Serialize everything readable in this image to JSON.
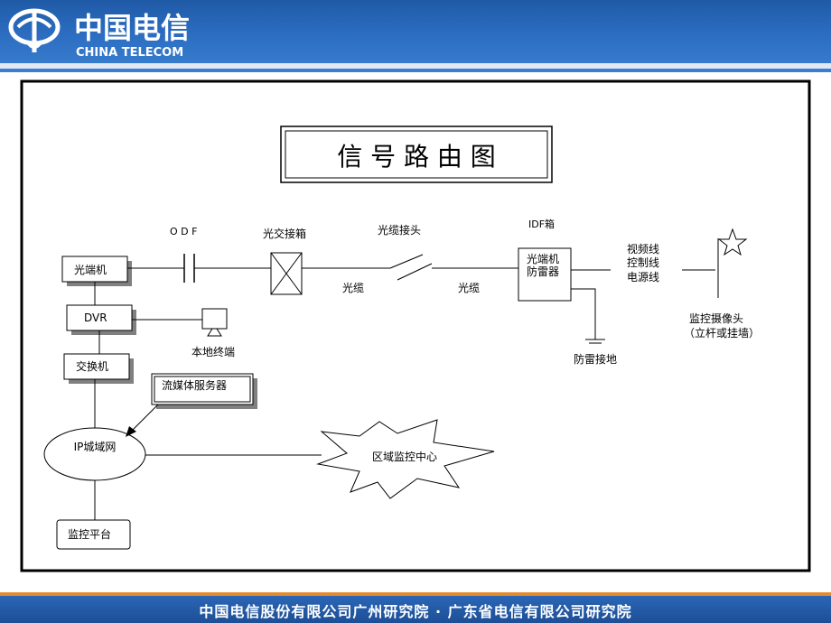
{
  "brand": {
    "name_cn": "中国电信",
    "name_en": "CHINA TELECOM"
  },
  "footer": {
    "text": "中国电信股份有限公司广州研究院 · 广东省电信有限公司研究院"
  },
  "diagram": {
    "title": "信 号 路 由 图",
    "nodes": {
      "optical_terminal": "光端机",
      "dvr": "DVR",
      "switch": "交换机",
      "streaming_server": "流媒体服务器",
      "ip_network": "IP城域网",
      "monitor_platform": "监控平台",
      "local_terminal": "本地终端",
      "odf": "O D F",
      "cross_box": "光交接箱",
      "fiber_joint": "光缆接头",
      "idf_box": "IDF箱",
      "idf_device_line1": "光端机",
      "idf_device_line2": "防雷器",
      "lightning_ground": "防雷接地",
      "regional_center": "区域监控中心",
      "camera_line1": "监控摄像头",
      "camera_line2": "（立杆或挂墙）"
    },
    "edge_labels": {
      "cable_1": "光缆",
      "cable_2": "光缆",
      "video_line": "视频线",
      "control_line": "控制线",
      "power_line": "电源线"
    }
  }
}
